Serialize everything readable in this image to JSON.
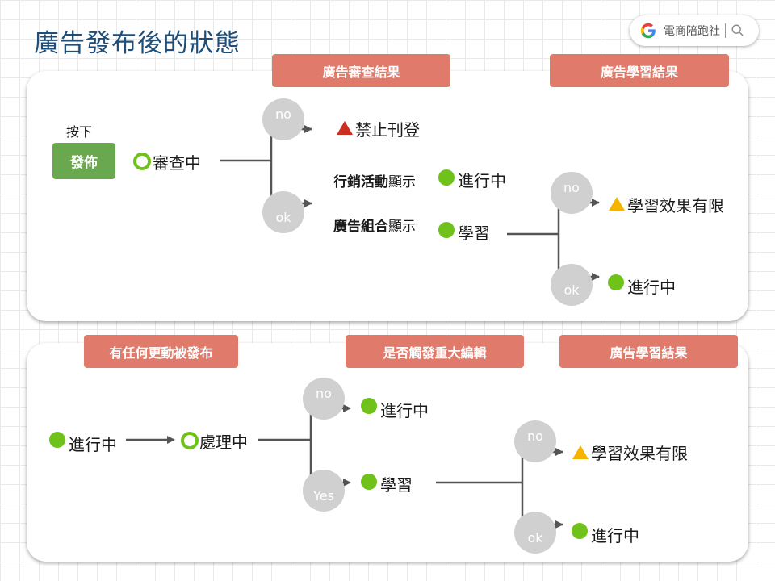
{
  "page": {
    "title": "廣告發布後的狀態"
  },
  "brand": {
    "name": "電商陪跑社",
    "logo_icon": "google-g-icon",
    "search_icon": "search-icon"
  },
  "colors": {
    "header_bg": "#e07a6b",
    "green": "#6fc21a",
    "button_green": "#6aa84f",
    "red_triangle": "#cc2e1f",
    "yellow_triangle": "#f5b400",
    "circle_gray": "#d0d0d0",
    "title_blue": "#1f4e79"
  },
  "panel1": {
    "header_review": "廣告審查結果",
    "header_learning": "廣告學習結果",
    "press_label": "按下",
    "publish_button": "發佈",
    "reviewing": "審查中",
    "no": "no",
    "ok": "ok",
    "banned": "禁止刊登",
    "campaign_bold": "行銷活動",
    "campaign_suffix": "顯示",
    "campaign_status": "進行中",
    "adset_bold": "廣告組合",
    "adset_suffix": "顯示",
    "adset_status": "學習",
    "learn_no": "no",
    "learn_ok": "ok",
    "learning_limited": "學習效果有限",
    "learning_active": "進行中"
  },
  "panel2": {
    "header_change": "有任何更動被發布",
    "header_major": "是否觸發重大編輯",
    "header_learning": "廣告學習結果",
    "start_status": "進行中",
    "processing": "處理中",
    "no": "no",
    "yes": "Yes",
    "no_result": "進行中",
    "yes_result": "學習",
    "learn_no": "no",
    "learn_ok": "ok",
    "learning_limited": "學習效果有限",
    "learning_active": "進行中"
  }
}
